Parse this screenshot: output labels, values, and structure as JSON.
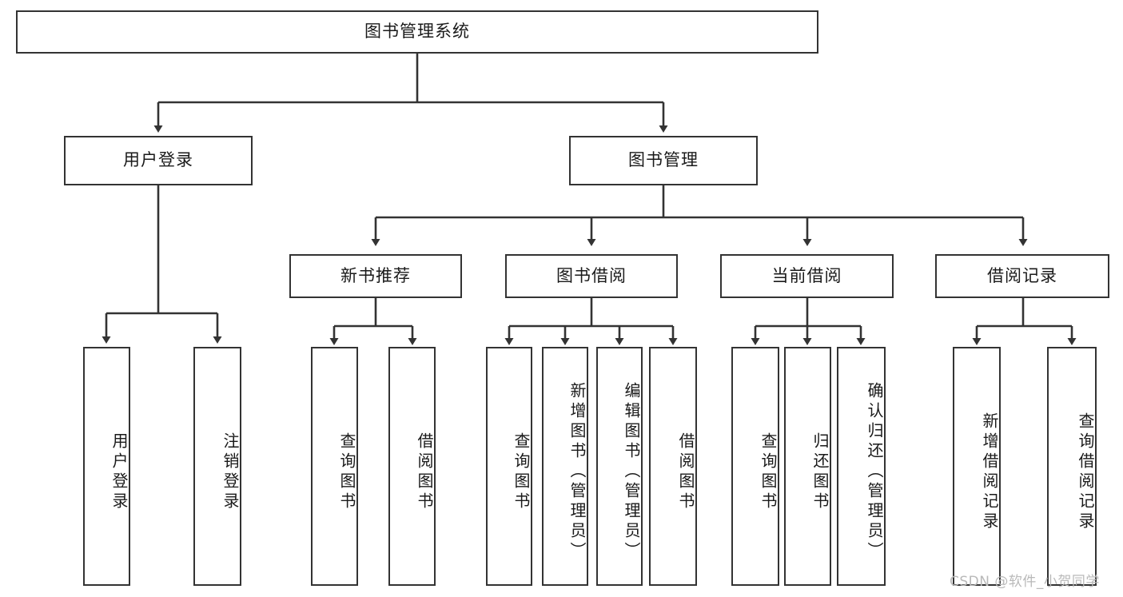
{
  "diagram": {
    "title": "图书管理系统",
    "type": "tree-hierarchy",
    "root": {
      "id": "root",
      "label": "图书管理系统"
    },
    "level2": [
      {
        "id": "user-login",
        "label": "用户登录"
      },
      {
        "id": "book-manage",
        "label": "图书管理"
      }
    ],
    "level3": [
      {
        "id": "new-book-rec",
        "label": "新书推荐",
        "parent": "book-manage"
      },
      {
        "id": "book-borrow",
        "label": "图书借阅",
        "parent": "book-manage"
      },
      {
        "id": "current-borrow",
        "label": "当前借阅",
        "parent": "book-manage"
      },
      {
        "id": "borrow-record",
        "label": "借阅记录",
        "parent": "book-manage"
      }
    ],
    "leaves": [
      {
        "id": "leaf-user-login",
        "label": "用户登录",
        "parent": "user-login"
      },
      {
        "id": "leaf-user-logout",
        "label": "注销登录",
        "parent": "user-login"
      },
      {
        "id": "leaf-query-book-1",
        "label": "查询图书",
        "parent": "new-book-rec"
      },
      {
        "id": "leaf-borrow-book-1",
        "label": "借阅图书",
        "parent": "new-book-rec"
      },
      {
        "id": "leaf-query-book-2",
        "label": "查询图书",
        "parent": "book-borrow"
      },
      {
        "id": "leaf-add-book",
        "label": "新增图书（管理员）",
        "parent": "book-borrow"
      },
      {
        "id": "leaf-edit-book",
        "label": "编辑图书（管理员）",
        "parent": "book-borrow"
      },
      {
        "id": "leaf-borrow-book-2",
        "label": "借阅图书",
        "parent": "book-borrow"
      },
      {
        "id": "leaf-query-book-3",
        "label": "查询图书",
        "parent": "current-borrow"
      },
      {
        "id": "leaf-return-book",
        "label": "归还图书",
        "parent": "current-borrow"
      },
      {
        "id": "leaf-confirm-return",
        "label": "确认归还（管理员）",
        "parent": "current-borrow"
      },
      {
        "id": "leaf-add-record",
        "label": "新增借阅记录",
        "parent": "borrow-record"
      },
      {
        "id": "leaf-query-record",
        "label": "查询借阅记录",
        "parent": "borrow-record"
      }
    ]
  },
  "watermark": {
    "text": "CSDN @软件_小贺同学"
  },
  "colors": {
    "border": "#333333",
    "background": "#ffffff",
    "text": "#1a1a1a",
    "watermark": "#b9b9b9"
  }
}
